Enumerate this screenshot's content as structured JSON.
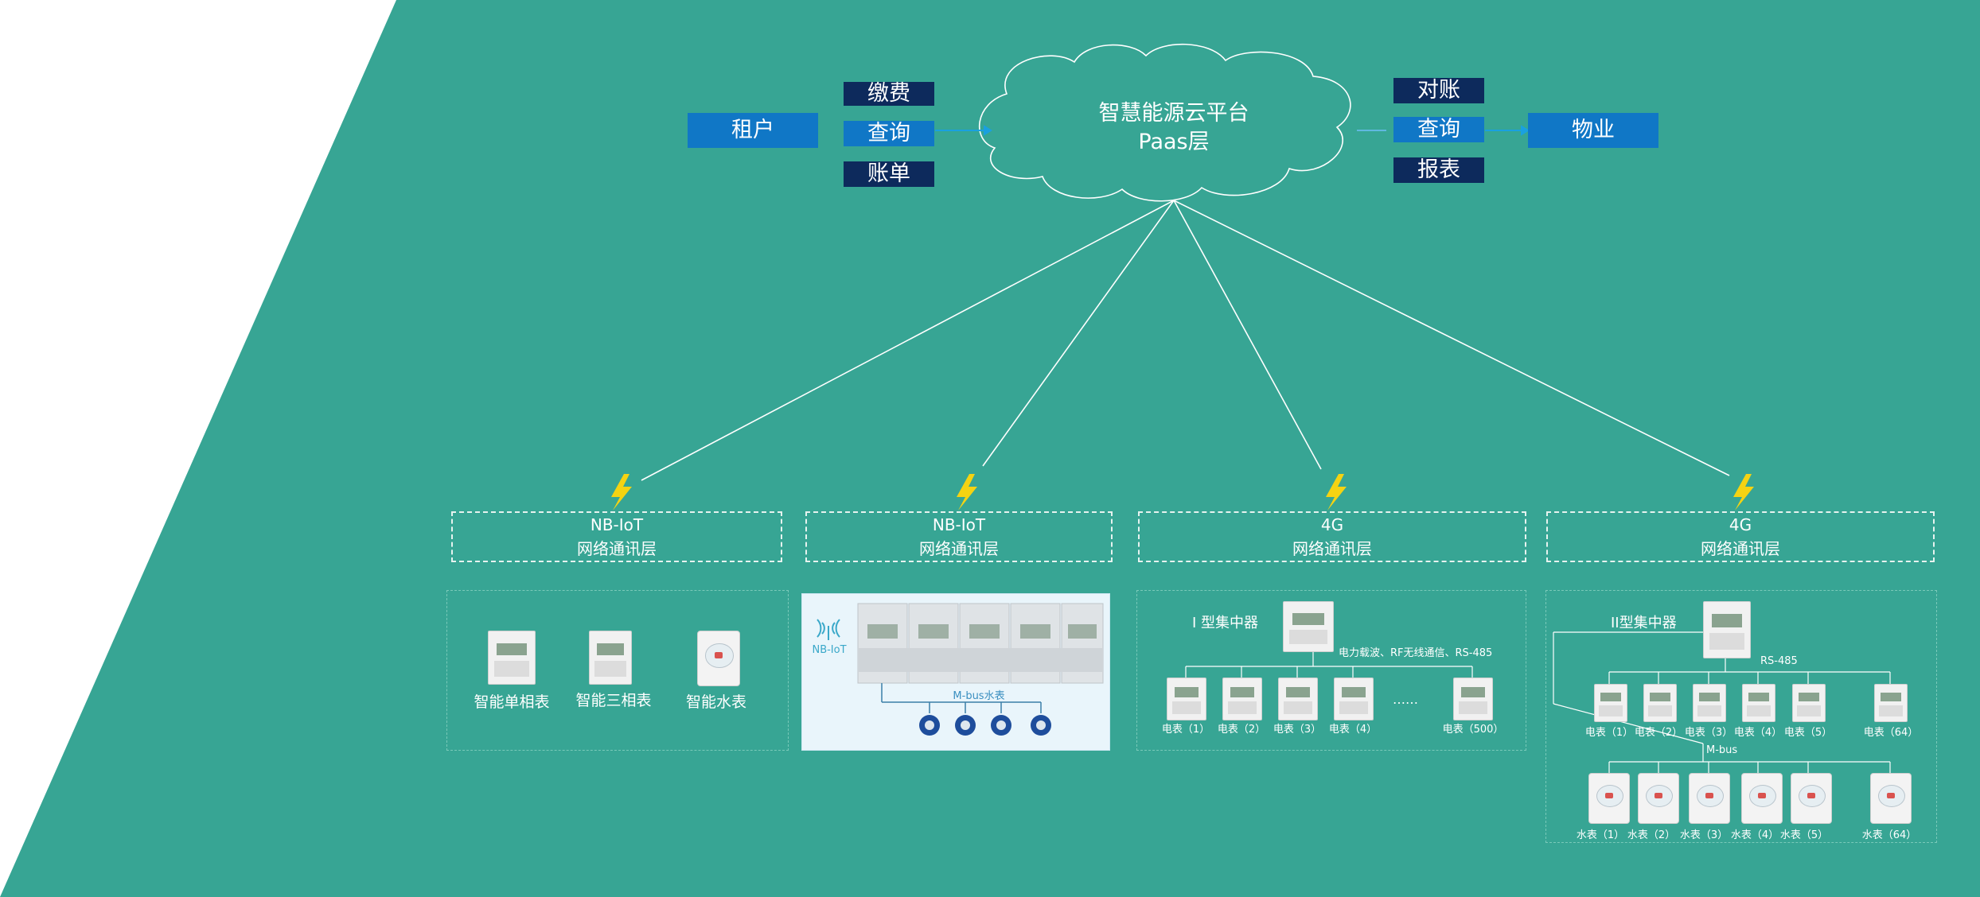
{
  "cloud": {
    "line1": "智慧能源云平台",
    "line2": "Paas层"
  },
  "tenant": {
    "label": "租户",
    "functions": [
      "缴费",
      "查询",
      "账单"
    ]
  },
  "property": {
    "label": "物业",
    "functions": [
      "对账",
      "查询",
      "报表"
    ]
  },
  "layers": [
    {
      "proto": "NB-IoT",
      "name": "网络通讯层"
    },
    {
      "proto": "NB-IoT",
      "name": "网络通讯层"
    },
    {
      "proto": "4G",
      "name": "网络通讯层"
    },
    {
      "proto": "4G",
      "name": "网络通讯层"
    }
  ],
  "group1": {
    "labels": [
      "智能单相表",
      "智能三相表",
      "智能水表"
    ]
  },
  "group2": {
    "nbiot_label": "NB-IoT",
    "mbus_label": "M-bus水表"
  },
  "group3": {
    "title": "Ⅰ 型集中器",
    "comm": "电力载波、RF无线通信、RS-485",
    "ellipsis": "……",
    "meters": [
      "电表（1）",
      "电表（2）",
      "电表（3）",
      "电表（4）",
      "电表（500）"
    ]
  },
  "group4": {
    "title": "II型集中器",
    "rs485": "RS-485",
    "mbus": "M-bus",
    "elec_meters": [
      "电表（1）",
      "电表（2）",
      "电表（3）",
      "电表（4）",
      "电表（5）",
      "电表（64）"
    ],
    "water_meters": [
      "水表（1）",
      "水表（2）",
      "水表（3）",
      "水表（4）",
      "水表（5）",
      "水表（64）"
    ]
  },
  "colors": {
    "background": "#37a594",
    "navy": "#0d2a5c",
    "blue": "#1077c6",
    "bolt": "#f5d312"
  }
}
